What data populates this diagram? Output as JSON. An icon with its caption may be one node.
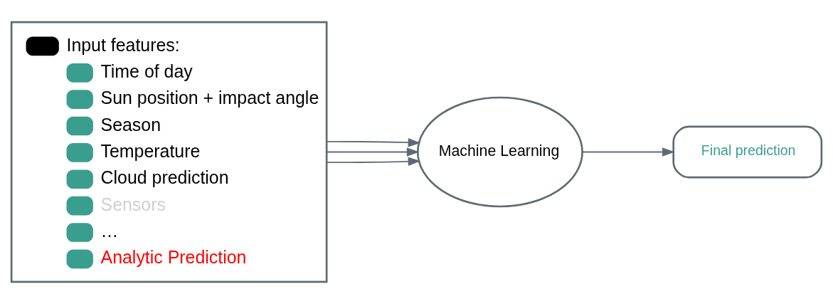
{
  "diagram": {
    "nodes": [
      {
        "text": [
          "Input features:",
          "Time of day",
          "Sun position + impact angle",
          "Season",
          "Temperature",
          "Cloud prediction",
          "Sensors",
          "…",
          "Analytic Prediction"
        ]
      },
      {
        "text": [
          "Machine Learning"
        ]
      },
      {
        "text": [
          "Final prediction"
        ]
      }
    ],
    "edges": [
      {
        "from": 0,
        "to": 1,
        "arrow": "to"
      },
      {
        "from": 0,
        "to": 1,
        "arrow": "to"
      },
      {
        "from": 0,
        "to": 1,
        "arrow": "to"
      },
      {
        "from": 1,
        "to": 2,
        "arrow": "to"
      }
    ]
  }
}
